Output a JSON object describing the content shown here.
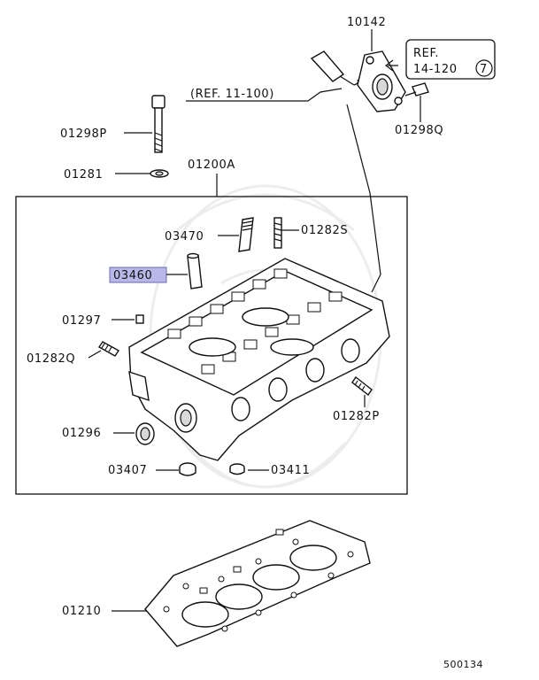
{
  "diagram": {
    "title_ref": "10142",
    "ref_box": {
      "line1": "REF.",
      "line2": "14-120",
      "circled": "7"
    },
    "ref_line": "(REF. 11-100)",
    "highlight_color": "#b8b8e8",
    "labels": {
      "p01298P": "01298P",
      "p01281": "01281",
      "p01200A": "01200A",
      "p03470": "03470",
      "p01282S": "01282S",
      "p03460": "03460",
      "p01297": "01297",
      "p01282Q": "01282Q",
      "p01282P": "01282P",
      "p01296": "01296",
      "p03407": "03407",
      "p03411": "03411",
      "p01298Q": "01298Q",
      "p01210": "01210"
    },
    "diagram_id": "500134"
  }
}
